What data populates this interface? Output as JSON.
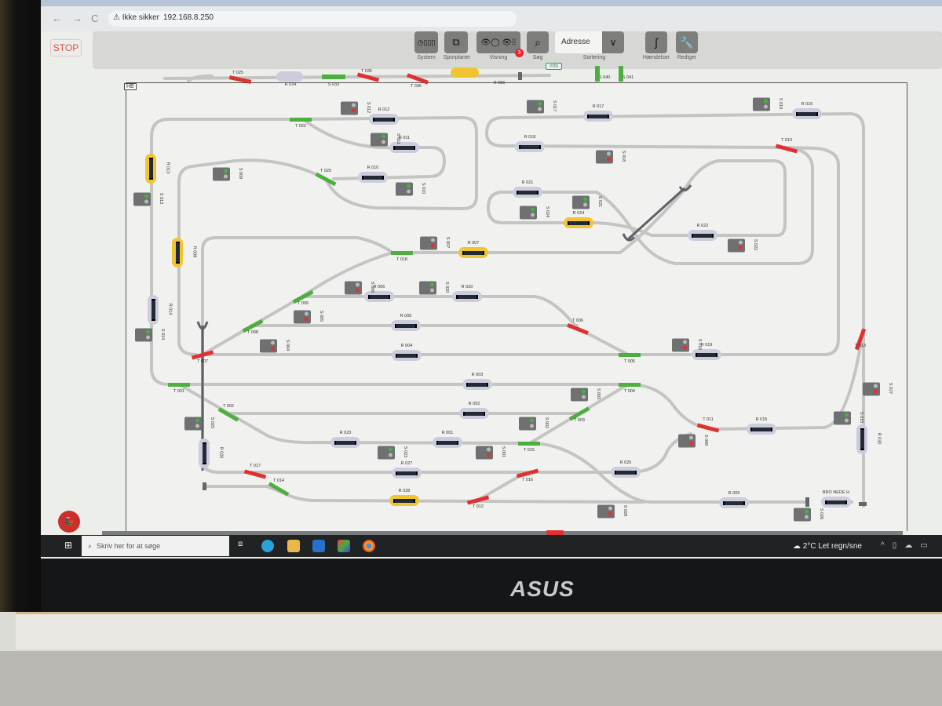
{
  "browser": {
    "back": "←",
    "forward": "→",
    "reload": "C",
    "security_warning": "Ikke sikker",
    "url": "192.168.8.250"
  },
  "toolbar": {
    "stop": "STOP",
    "system": "System",
    "sporplaner": "Sporplaner",
    "visning": "Visning",
    "visning_badge": "3",
    "sog": "Søg",
    "sortering_value": "Adresse",
    "sortering": "Sortering",
    "haendelser": "Hændelser",
    "rediger": "Rediger"
  },
  "canvas": {
    "hb_label": "HB",
    "mfx_label": "mfx"
  },
  "top_row": [
    {
      "label": "T 025"
    },
    {
      "label": "R 034"
    },
    {
      "label": "S 033"
    },
    {
      "label": "T 035"
    },
    {
      "label": "T 036"
    },
    {
      "label": "R 056"
    },
    {
      "label": "S 040"
    },
    {
      "label": "S 041"
    }
  ],
  "blocks": [
    {
      "label": "R 012",
      "occupied": false
    },
    {
      "label": "R 011",
      "occupied": false
    },
    {
      "label": "R 010",
      "occupied": false
    },
    {
      "label": "R 013",
      "occupied": true
    },
    {
      "label": "R 008",
      "occupied": true
    },
    {
      "label": "R 014",
      "occupied": false
    },
    {
      "label": "R 007",
      "occupied": true
    },
    {
      "label": "R 017",
      "occupied": false
    },
    {
      "label": "R 016",
      "occupied": false
    },
    {
      "label": "R 018",
      "occupied": false
    },
    {
      "label": "R 021",
      "occupied": false
    },
    {
      "label": "R 024",
      "occupied": true
    },
    {
      "label": "R 022",
      "occupied": false
    },
    {
      "label": "R 006",
      "occupied": false
    },
    {
      "label": "R 020",
      "occupied": false
    },
    {
      "label": "R 005",
      "occupied": false
    },
    {
      "label": "R 004",
      "occupied": false
    },
    {
      "label": "R 019",
      "occupied": false
    },
    {
      "label": "R 003",
      "occupied": false
    },
    {
      "label": "R 002",
      "occupied": false
    },
    {
      "label": "R 023",
      "occupied": false
    },
    {
      "label": "R 001",
      "occupied": false
    },
    {
      "label": "R 015",
      "occupied": false
    },
    {
      "label": "R 026",
      "occupied": false
    },
    {
      "label": "R 027",
      "occupied": false
    },
    {
      "label": "R 025",
      "occupied": false
    },
    {
      "label": "R 028",
      "occupied": true
    },
    {
      "label": "R 009",
      "occupied": false
    },
    {
      "label": "BRO NEDE H",
      "occupied": false
    },
    {
      "label": "R 030",
      "occupied": false
    }
  ],
  "turnouts": [
    {
      "label": "T 022",
      "state": "green"
    },
    {
      "label": "T 020",
      "state": "green"
    },
    {
      "label": "T 018",
      "state": "green"
    },
    {
      "label": "T 010",
      "state": "red"
    },
    {
      "label": "T 009",
      "state": "green"
    },
    {
      "label": "T 008",
      "state": "green"
    },
    {
      "label": "T 007",
      "state": "red"
    },
    {
      "label": "T 006",
      "state": "red"
    },
    {
      "label": "T 005",
      "state": "green"
    },
    {
      "label": "T 004",
      "state": "green"
    },
    {
      "label": "T 003",
      "state": "green"
    },
    {
      "label": "T 001",
      "state": "green"
    },
    {
      "label": "T 002",
      "state": "green"
    },
    {
      "label": "T 015",
      "state": "green"
    },
    {
      "label": "T 011",
      "state": "red"
    },
    {
      "label": "T 013",
      "state": "red"
    },
    {
      "label": "T 017",
      "state": "red"
    },
    {
      "label": "T 014",
      "state": "green"
    },
    {
      "label": "T 016",
      "state": "red"
    },
    {
      "label": "T 012",
      "state": "red"
    }
  ],
  "signals": [
    {
      "label": "S 012",
      "aspect": "red"
    },
    {
      "label": "S 011",
      "aspect": "green"
    },
    {
      "label": "S 009",
      "aspect": "green"
    },
    {
      "label": "S 010",
      "aspect": "green"
    },
    {
      "label": "S 013",
      "aspect": "green"
    },
    {
      "label": "S 007",
      "aspect": "red"
    },
    {
      "label": "S 017",
      "aspect": "green"
    },
    {
      "label": "S 019",
      "aspect": "green"
    },
    {
      "label": "S 018",
      "aspect": "red"
    },
    {
      "label": "S 021",
      "aspect": "green"
    },
    {
      "label": "S 024",
      "aspect": "green"
    },
    {
      "label": "S 022",
      "aspect": "red"
    },
    {
      "label": "S 006",
      "aspect": "red"
    },
    {
      "label": "S 020",
      "aspect": "green"
    },
    {
      "label": "S 005",
      "aspect": "red"
    },
    {
      "label": "S 004",
      "aspect": "red"
    },
    {
      "label": "S 014",
      "aspect": "green"
    },
    {
      "label": "S 016",
      "aspect": "red"
    },
    {
      "label": "S 003",
      "aspect": "green"
    },
    {
      "label": "S 002",
      "aspect": "green"
    },
    {
      "label": "S 025",
      "aspect": "green"
    },
    {
      "label": "S 023",
      "aspect": "green"
    },
    {
      "label": "S 001",
      "aspect": "red"
    },
    {
      "label": "S 027",
      "aspect": "red"
    },
    {
      "label": "S 015",
      "aspect": "green"
    },
    {
      "label": "S 008",
      "aspect": "red"
    },
    {
      "label": "S 028",
      "aspect": "red"
    },
    {
      "label": "S 026",
      "aspect": "green"
    }
  ],
  "colors": {
    "green": "#4caf3e",
    "red": "#e03131",
    "occupied": "#f1c531",
    "track": "#c4c5c3"
  },
  "taskbar": {
    "search_placeholder": "Skriv her for at søge",
    "weather": "2°C  Let regn/sne"
  },
  "monitor": {
    "brand": "ASUS"
  }
}
